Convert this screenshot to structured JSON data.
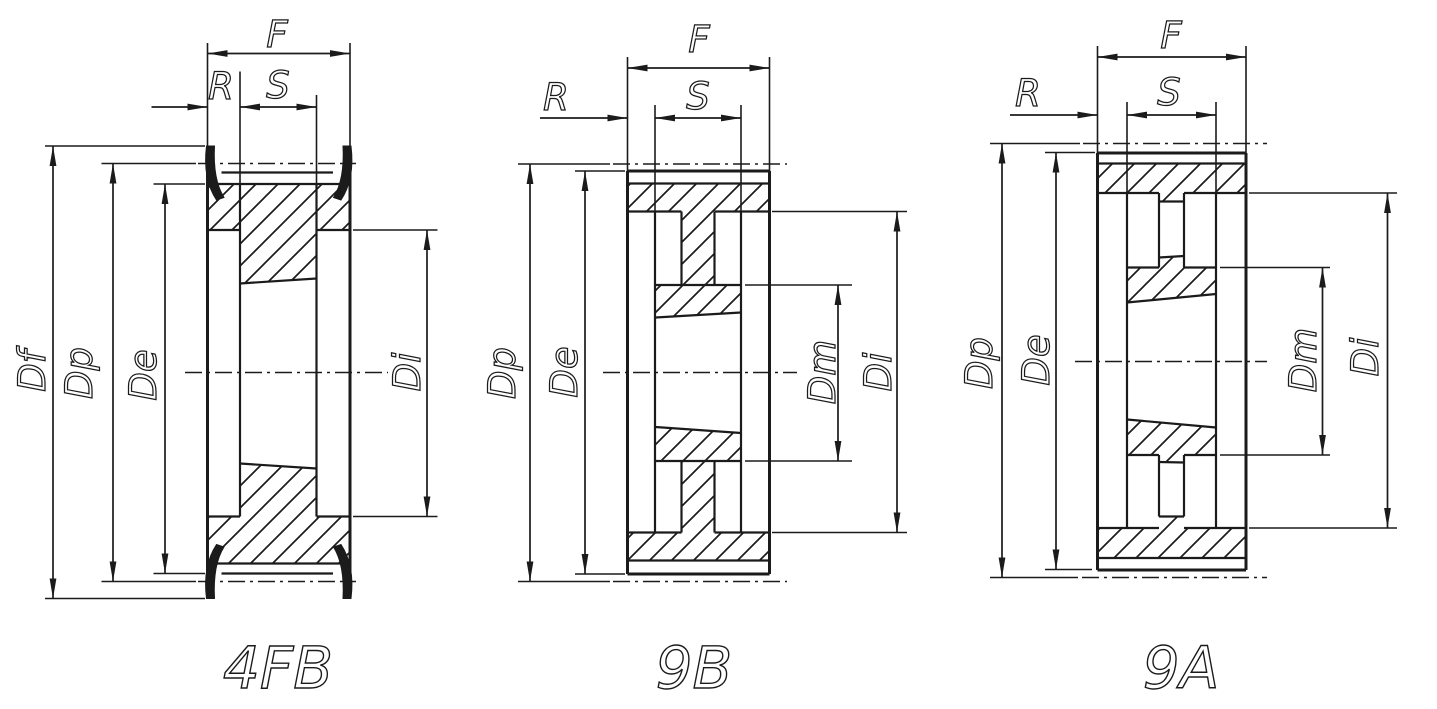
{
  "drawing": {
    "colors": {
      "background": "#ffffff",
      "line": "#1b1b1b"
    },
    "figures": [
      {
        "caption": "4FB",
        "dim_labels": {
          "F": "F",
          "R": "R",
          "S": "S",
          "Df": "Df",
          "Dp": "Dp",
          "De": "De",
          "Di": "Di"
        }
      },
      {
        "caption": "9B",
        "dim_labels": {
          "F": "F",
          "R": "R",
          "S": "S",
          "Dp": "Dp",
          "De": "De",
          "Dm": "Dm",
          "Di": "Di"
        }
      },
      {
        "caption": "9A",
        "dim_labels": {
          "F": "F",
          "R": "R",
          "S": "S",
          "Dp": "Dp",
          "De": "De",
          "Dm": "Dm",
          "Di": "Di"
        }
      }
    ]
  }
}
